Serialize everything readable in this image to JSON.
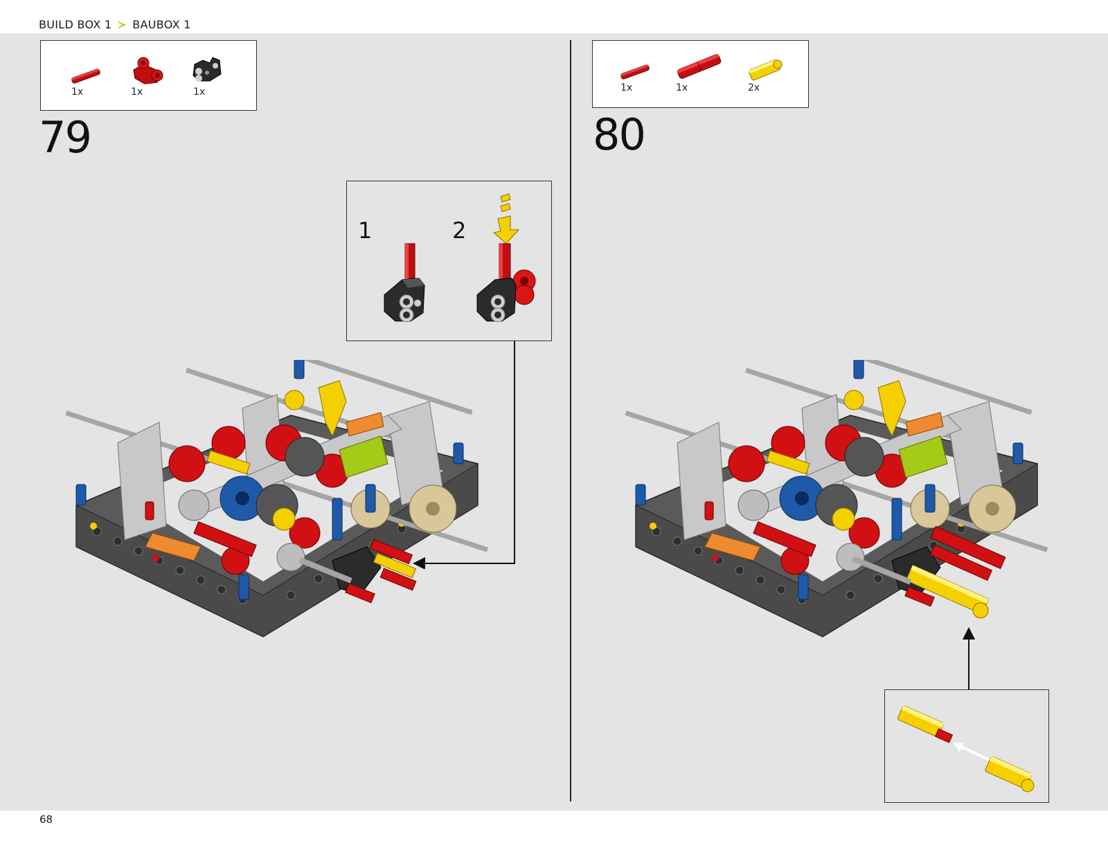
{
  "breadcrumb": {
    "first": "BUILD BOX 1",
    "second": "BAUBOX 1",
    "separator_color": "#b5cc18"
  },
  "page_number": "68",
  "steps": [
    {
      "number": "79",
      "parts": [
        {
          "icon": "red-axle-pin-part",
          "qty": "1x"
        },
        {
          "icon": "red-cross-block-part",
          "qty": "1x"
        },
        {
          "icon": "black-connector-part",
          "qty": "1x"
        }
      ],
      "callout": {
        "sub_steps": [
          "1",
          "2"
        ]
      }
    },
    {
      "number": "80",
      "parts": [
        {
          "icon": "red-axle-pin-part",
          "qty": "1x"
        },
        {
          "icon": "red-long-pin-part",
          "qty": "1x"
        },
        {
          "icon": "yellow-axle-connector-part",
          "qty": "2x"
        }
      ]
    }
  ],
  "colors": {
    "background": "#e4e4e4",
    "frame_dark": "#5a5a5a",
    "red": "#d01012",
    "yellow": "#f5d000",
    "blue": "#1e5aa8",
    "tan": "#d8c79a",
    "lime": "#a5ca18",
    "orange": "#f08a30",
    "light_gray": "#c8c8c8"
  }
}
